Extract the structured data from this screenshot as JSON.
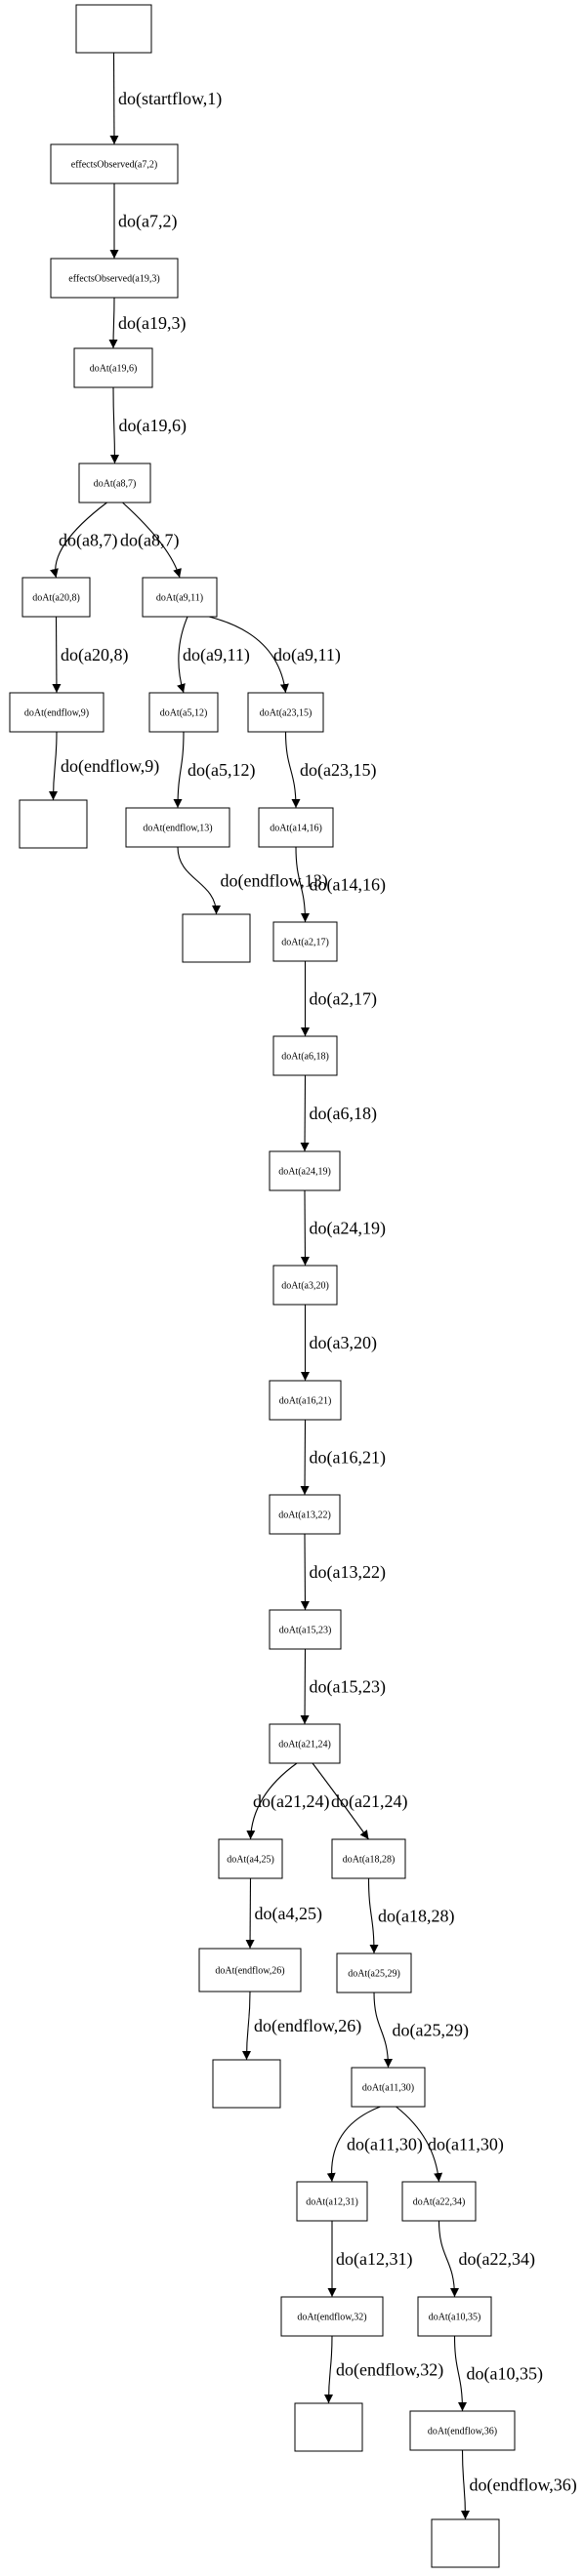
{
  "nodes": [
    {
      "id": "n0",
      "label": ""
    },
    {
      "id": "n1",
      "label": "effectsObserved(a7,2)"
    },
    {
      "id": "n2",
      "label": "effectsObserved(a19,3)"
    },
    {
      "id": "n3",
      "label": "doAt(a19,6)"
    },
    {
      "id": "n4",
      "label": "doAt(a8,7)"
    },
    {
      "id": "n5",
      "label": "doAt(a20,8)"
    },
    {
      "id": "n6",
      "label": "doAt(a9,11)"
    },
    {
      "id": "n7",
      "label": "doAt(endflow,9)"
    },
    {
      "id": "n8",
      "label": "doAt(a5,12)"
    },
    {
      "id": "n9",
      "label": "doAt(a23,15)"
    },
    {
      "id": "n10",
      "label": ""
    },
    {
      "id": "n11",
      "label": "doAt(endflow,13)"
    },
    {
      "id": "n12",
      "label": "doAt(a14,16)"
    },
    {
      "id": "n13",
      "label": ""
    },
    {
      "id": "n14",
      "label": "doAt(a2,17)"
    },
    {
      "id": "n15",
      "label": "doAt(a6,18)"
    },
    {
      "id": "n16",
      "label": "doAt(a24,19)"
    },
    {
      "id": "n17",
      "label": "doAt(a3,20)"
    },
    {
      "id": "n18",
      "label": "doAt(a16,21)"
    },
    {
      "id": "n19",
      "label": "doAt(a13,22)"
    },
    {
      "id": "n20",
      "label": "doAt(a15,23)"
    },
    {
      "id": "n21",
      "label": "doAt(a21,24)"
    },
    {
      "id": "n22",
      "label": "doAt(a4,25)"
    },
    {
      "id": "n23",
      "label": "doAt(a18,28)"
    },
    {
      "id": "n24",
      "label": "doAt(endflow,26)"
    },
    {
      "id": "n25",
      "label": "doAt(a25,29)"
    },
    {
      "id": "n26",
      "label": ""
    },
    {
      "id": "n27",
      "label": "doAt(a11,30)"
    },
    {
      "id": "n28",
      "label": "doAt(a12,31)"
    },
    {
      "id": "n29",
      "label": "doAt(a22,34)"
    },
    {
      "id": "n30",
      "label": "doAt(endflow,32)"
    },
    {
      "id": "n31",
      "label": "doAt(a10,35)"
    },
    {
      "id": "n32",
      "label": ""
    },
    {
      "id": "n33",
      "label": "doAt(endflow,36)"
    },
    {
      "id": "n34",
      "label": ""
    }
  ],
  "edges": [
    {
      "from": "n0",
      "to": "n1",
      "label": "do(startflow,1)"
    },
    {
      "from": "n1",
      "to": "n2",
      "label": "do(a7,2)"
    },
    {
      "from": "n2",
      "to": "n3",
      "label": "do(a19,3)"
    },
    {
      "from": "n3",
      "to": "n4",
      "label": "do(a19,6)"
    },
    {
      "from": "n4",
      "to": "n5",
      "label": "do(a8,7)"
    },
    {
      "from": "n4",
      "to": "n6",
      "label": "do(a8,7)"
    },
    {
      "from": "n5",
      "to": "n7",
      "label": "do(a20,8)"
    },
    {
      "from": "n6",
      "to": "n8",
      "label": "do(a9,11)"
    },
    {
      "from": "n6",
      "to": "n9",
      "label": "do(a9,11)"
    },
    {
      "from": "n7",
      "to": "n10",
      "label": "do(endflow,9)"
    },
    {
      "from": "n8",
      "to": "n11",
      "label": "do(a5,12)"
    },
    {
      "from": "n9",
      "to": "n12",
      "label": "do(a23,15)"
    },
    {
      "from": "n11",
      "to": "n13",
      "label": "do(endflow,13)"
    },
    {
      "from": "n12",
      "to": "n14",
      "label": "do(a14,16)"
    },
    {
      "from": "n14",
      "to": "n15",
      "label": "do(a2,17)"
    },
    {
      "from": "n15",
      "to": "n16",
      "label": "do(a6,18)"
    },
    {
      "from": "n16",
      "to": "n17",
      "label": "do(a24,19)"
    },
    {
      "from": "n17",
      "to": "n18",
      "label": "do(a3,20)"
    },
    {
      "from": "n18",
      "to": "n19",
      "label": "do(a16,21)"
    },
    {
      "from": "n19",
      "to": "n20",
      "label": "do(a13,22)"
    },
    {
      "from": "n20",
      "to": "n21",
      "label": "do(a15,23)"
    },
    {
      "from": "n21",
      "to": "n22",
      "label": "do(a21,24)"
    },
    {
      "from": "n21",
      "to": "n23",
      "label": "do(a21,24)"
    },
    {
      "from": "n22",
      "to": "n24",
      "label": "do(a4,25)"
    },
    {
      "from": "n23",
      "to": "n25",
      "label": "do(a18,28)"
    },
    {
      "from": "n24",
      "to": "n26",
      "label": "do(endflow,26)"
    },
    {
      "from": "n25",
      "to": "n27",
      "label": "do(a25,29)"
    },
    {
      "from": "n27",
      "to": "n28",
      "label": "do(a11,30)"
    },
    {
      "from": "n27",
      "to": "n29",
      "label": "do(a11,30)"
    },
    {
      "from": "n28",
      "to": "n30",
      "label": "do(a12,31)"
    },
    {
      "from": "n29",
      "to": "n31",
      "label": "do(a22,34)"
    },
    {
      "from": "n30",
      "to": "n32",
      "label": "do(endflow,32)"
    },
    {
      "from": "n31",
      "to": "n33",
      "label": "do(a10,35)"
    },
    {
      "from": "n33",
      "to": "n34",
      "label": "do(endflow,36)"
    }
  ]
}
